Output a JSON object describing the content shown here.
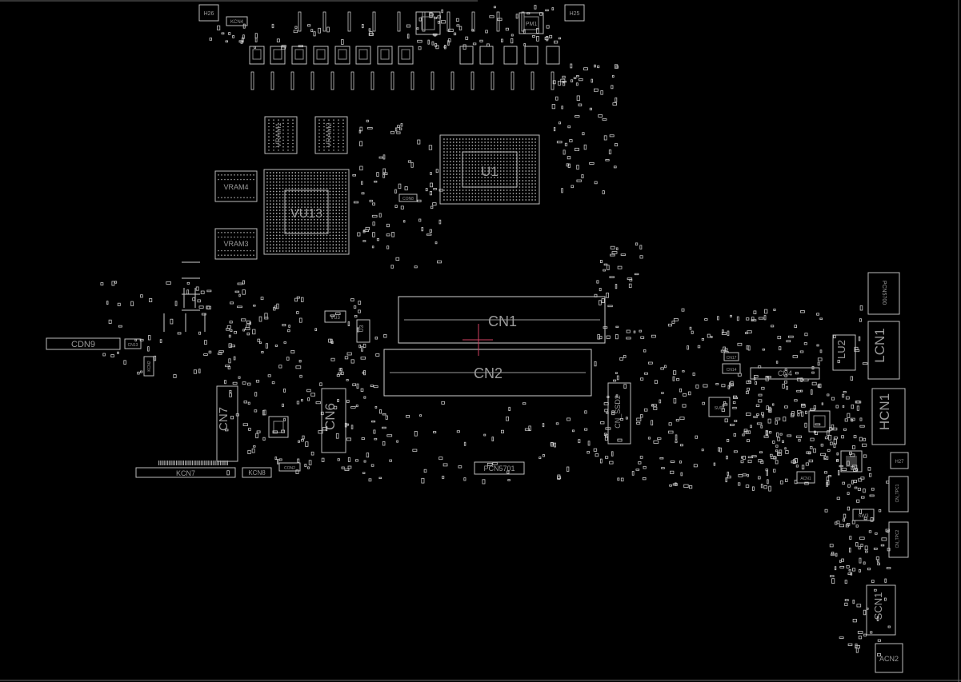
{
  "board": {
    "background": "#000000",
    "line_color": "#bdbdbd",
    "cursor_color": "#d04060"
  },
  "labels": {
    "h26": "H26",
    "h25": "H25",
    "kcn4": "KCN4",
    "pm1": "PM1",
    "vram1": "VRAM1",
    "vram2": "VRAM2",
    "vram3": "VRAM3",
    "vram4": "VRAM4",
    "vu13": "VU13",
    "u1": "U1",
    "cn1": "CN1",
    "cn2": "CN2",
    "cn4": "CN4",
    "cn6": "CN6",
    "cn7": "CN7",
    "cn_ssd2": "CN_SSD2",
    "kcn7": "KCN7",
    "kcn8": "KCN8",
    "pcn5701": "PCN5701",
    "pcn5700": "PCN5700",
    "lu2": "LU2",
    "lcn1": "LCN1",
    "hcn1": "HCN1",
    "h27": "H27",
    "cn_tpc1": "CN_TPC1",
    "cn_tpc2": "CN_TPC2",
    "scn1": "SCN1",
    "acn2": "ACN2",
    "cdn9": "CDN9",
    "cn13": "CN13",
    "vu3": "VU3",
    "u3": "U3",
    "cn14": "CN14",
    "cn17": "CN17",
    "sw3": "SW3",
    "su08": "SU08",
    "acn1": "ACN1",
    "con8": "CON8",
    "lu2_small": "LU2",
    "kcn2": "KCN2",
    "con2": "CON2"
  }
}
